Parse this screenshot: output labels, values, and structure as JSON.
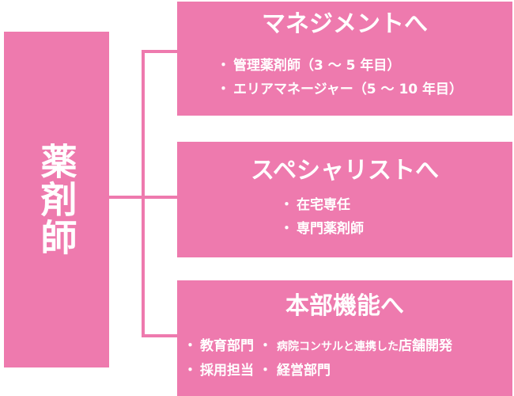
{
  "root": {
    "label": "薬剤師"
  },
  "branches": [
    {
      "title": "マネジメントへ",
      "items": [
        "管理薬剤師（3 ～ 5 年目）",
        "エリアマネージャー（5 ～ 10 年目）"
      ]
    },
    {
      "title": "スペシャリストへ",
      "items": [
        "在宅専任",
        "専門薬剤師"
      ]
    },
    {
      "title": "本部機能へ",
      "items": [
        "教育部門",
        "病院コンサルと連携した",
        "店舗開発",
        "採用担当",
        "経営部門"
      ]
    }
  ],
  "bullet": "・",
  "colors": {
    "box": "#ee7aae",
    "text": "#ffffff"
  }
}
